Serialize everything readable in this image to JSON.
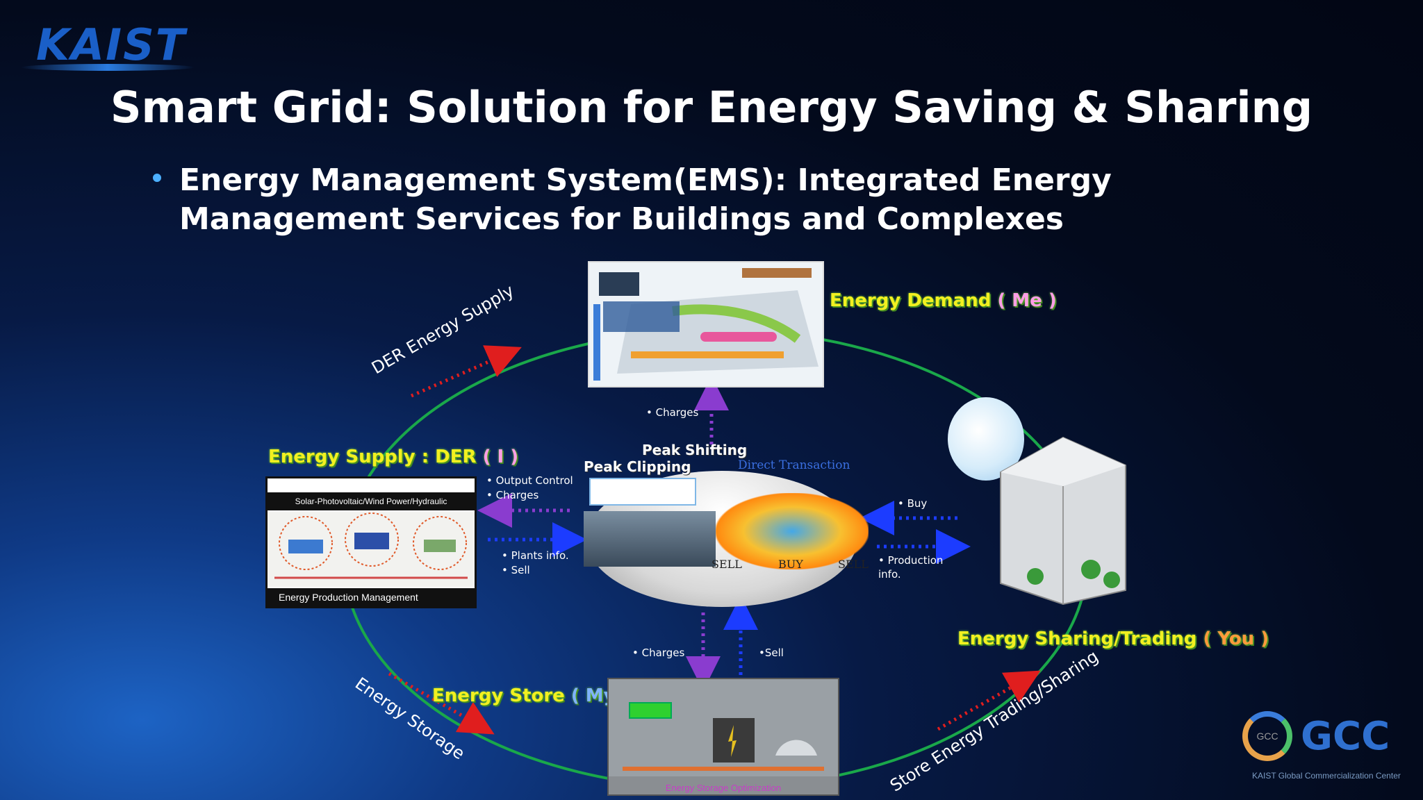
{
  "logo": {
    "text": "KAIST"
  },
  "title": "Smart Grid: Solution for Energy Saving & Sharing",
  "bullet": "Energy Management System(EMS): Integrated Energy Management Services for Buildings and Complexes",
  "demand": {
    "label": "Energy Demand",
    "paren": "( Me )"
  },
  "supply": {
    "label": "Energy Supply : DER",
    "paren": "( I )",
    "panel_header": "Solar-Photovoltaic/Wind Power/Hydraulic",
    "panel_footer": "Energy Production Management"
  },
  "store": {
    "label": "Energy Store",
    "paren": "( My )",
    "panel_footer": "Energy Storage Optimization"
  },
  "sharing": {
    "label": "Energy Sharing/Trading",
    "paren": "( You )"
  },
  "center": {
    "peak_shifting": "Peak Shifting",
    "peak_clipping": "Peak Clipping",
    "direct_transaction": "Direct Transaction",
    "sell1": "SELL",
    "buy": "BUY",
    "sell2": "SELL"
  },
  "notes": {
    "top_charges": "• Charges",
    "output_control": "• Output Control",
    "left_charges": "• Charges",
    "plants_info": "• Plants info.",
    "left_sell": "• Sell",
    "buy": "• Buy",
    "production_info_1": "• Production",
    "production_info_2": "info.",
    "bottom_charges": "• Charges",
    "bottom_sell": "•Sell"
  },
  "curves": {
    "der": "DER Energy Supply",
    "storage": "Energy Storage",
    "store_sharing": "Store Energy Trading/Sharing"
  },
  "gcc": {
    "logo": "GCC",
    "ring": "GCC",
    "org": "KAIST Global Commercialization Center"
  },
  "colors": {
    "accent_blue": "#4cb0ff",
    "ring_green": "#1aa84a",
    "arrow_purple": "#8a3ccf",
    "arrow_blue": "#1c3cff",
    "arrow_red": "#e01e1e"
  }
}
